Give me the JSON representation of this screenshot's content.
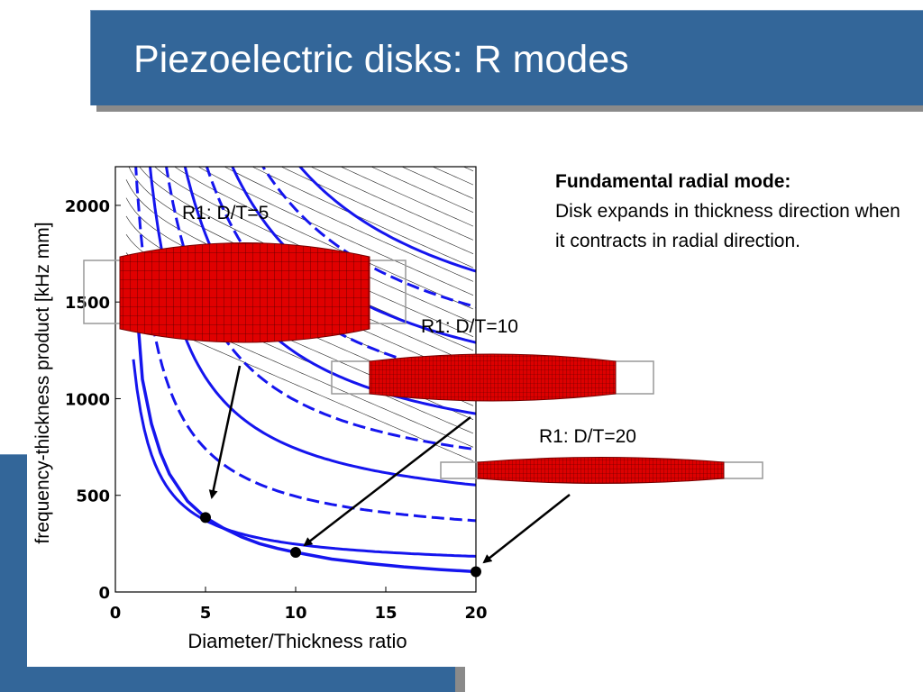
{
  "slide": {
    "title": "Piezoelectric disks: R modes"
  },
  "description": {
    "heading": "Fundamental radial mode:",
    "body": "Disk expands in thickness direction when it contracts in radial direction."
  },
  "labels": {
    "r1_dt5": "R1: D/T=5",
    "r1_dt10": "R1: D/T=10",
    "r1_dt20": "R1: D/T=20"
  },
  "chart_data": {
    "type": "line",
    "title": "",
    "xlabel": "Diameter/Thickness ratio",
    "ylabel": "frequency-thickness product [kHz mm]",
    "xlim": [
      0,
      20
    ],
    "ylim": [
      0,
      2200
    ],
    "xticks": [
      "0",
      "5",
      "10",
      "15",
      "20"
    ],
    "yticks": [
      "0",
      "500",
      "1000",
      "1500",
      "2000"
    ],
    "grid": false,
    "colors": {
      "primary": "#1515ee",
      "secondary": "#000000",
      "disk": "#e00000"
    },
    "series": [
      {
        "color": "blue",
        "x": [
          1,
          1.5,
          2,
          2.5,
          3,
          4,
          5,
          6,
          7,
          8,
          9,
          10,
          12,
          14,
          16,
          18,
          20
        ],
        "y": [
          1700,
          1100,
          870,
          720,
          610,
          470,
          385,
          330,
          285,
          250,
          225,
          205,
          170,
          148,
          130,
          116,
          105
        ]
      }
    ],
    "highlighted_points": [
      {
        "x": 5,
        "y": 385
      },
      {
        "x": 10,
        "y": 205
      },
      {
        "x": 20,
        "y": 105
      }
    ]
  }
}
